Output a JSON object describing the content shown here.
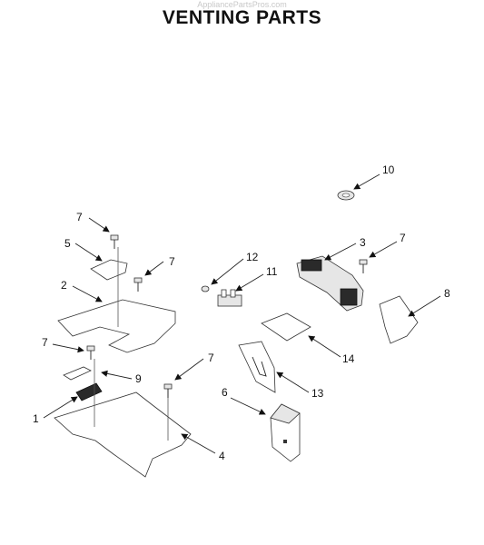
{
  "title": "VENTING PARTS",
  "watermark": "AppliancePartsPros.com",
  "callouts": {
    "c1": "1",
    "c2": "2",
    "c3": "3",
    "c4": "4",
    "c5": "5",
    "c6": "6",
    "c7a": "7",
    "c7b": "7",
    "c7c": "7",
    "c7d": "7",
    "c7e": "7",
    "c8": "8",
    "c9": "9",
    "c10": "10",
    "c11": "11",
    "c12": "12",
    "c13": "13",
    "c14": "14"
  }
}
